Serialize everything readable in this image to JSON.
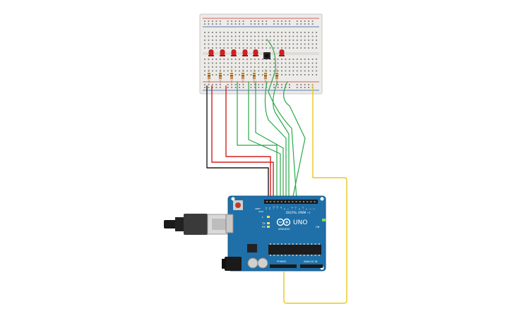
{
  "canvas": {
    "background": "#ffffff"
  },
  "breadboard": {
    "component": "breadboard",
    "body_color": "#ecebe8",
    "rail_red": "#cc3333",
    "rail_blue": "#3355aa"
  },
  "leds": {
    "count": 6,
    "color": "#cc2222"
  },
  "pushbutton": {
    "component": "pushbutton",
    "color": "#333333"
  },
  "resistors": {
    "count": 7,
    "body_color": "#e8c98a"
  },
  "arduino": {
    "board_color": "#1f6fa8",
    "model_label": "UNO",
    "brand_label": "ARDUINO",
    "digital_label": "DIGITAL (PWM ~)",
    "power_label": "POWER",
    "analog_label": "ANALOG IN",
    "aref_label": "AREF",
    "gnd_label": "GND",
    "tx_label": "TX",
    "rx_label": "RX",
    "l_label": "L",
    "on_label": "ON",
    "pin_labels": [
      "13",
      "12",
      "~11",
      "~10",
      "~9",
      "8",
      "7",
      "~6",
      "~5",
      "4",
      "~3",
      "2",
      "1",
      "0"
    ]
  },
  "usb_cable": {
    "component": "usb-b-cable"
  },
  "power_jack": {
    "component": "dc-barrel-jack"
  },
  "wires": {
    "gnd_color": "#1a1a1a",
    "power_color": "#d42020",
    "signal_color": "#2aa84a",
    "aux_color": "#e6c81e"
  }
}
